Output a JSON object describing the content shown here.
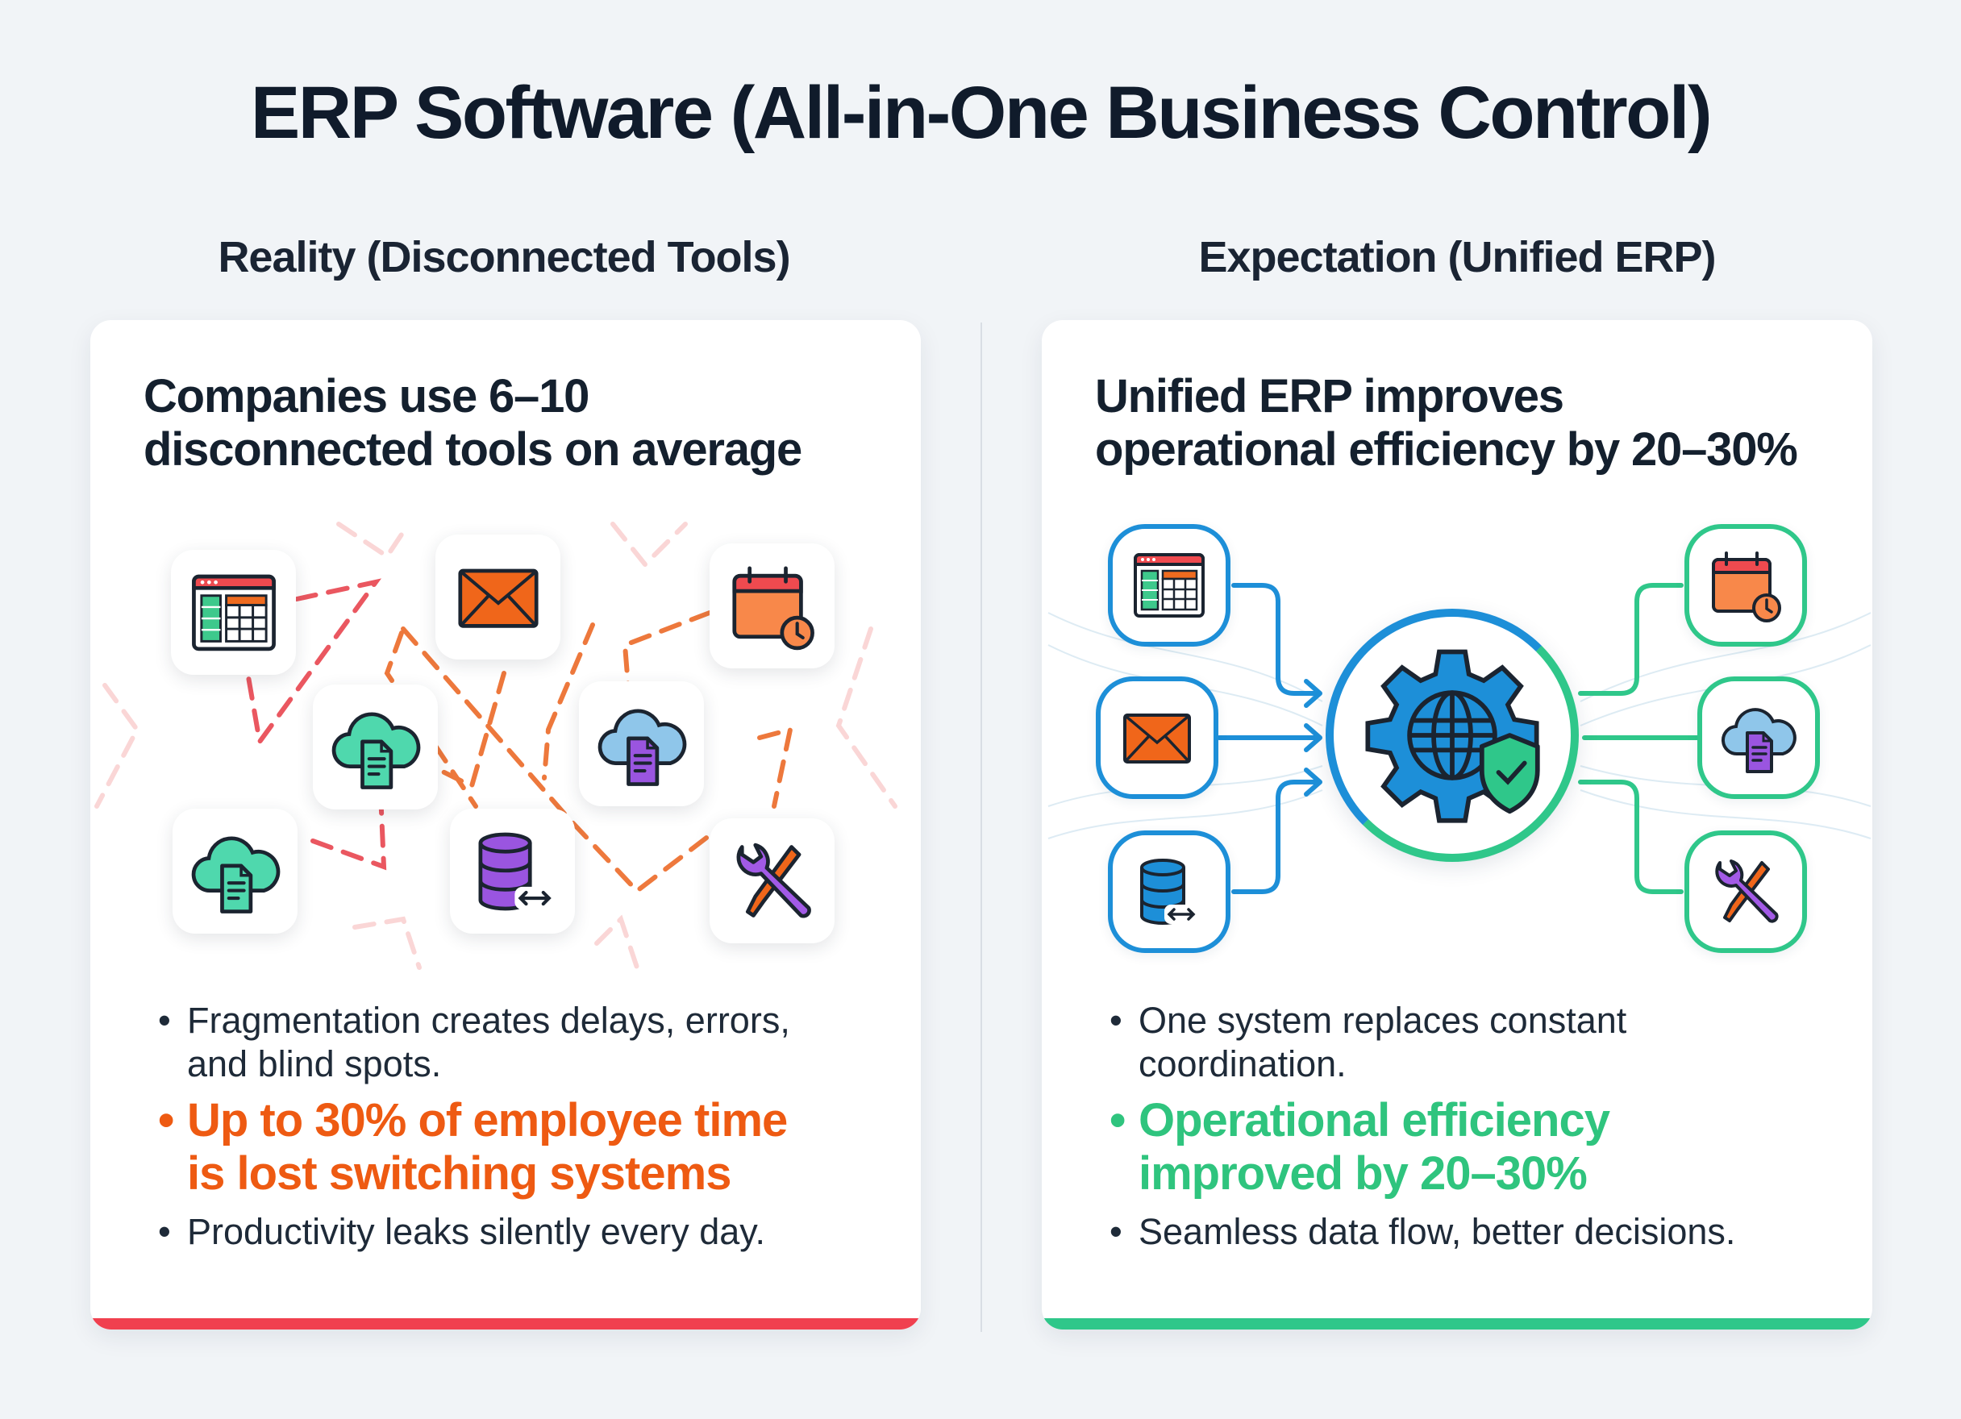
{
  "title": "ERP Software (All-in-One Business Control)",
  "left": {
    "subtitle": "Reality (Disconnected Tools)",
    "heading_line1": "Companies use 6–10",
    "heading_line2": "disconnected tools on average",
    "bullets": [
      {
        "text": "Fragmentation creates delays, errors, and blind spots.",
        "highlight": false
      },
      {
        "text": "Up to 30% of employee time is lost switching systems",
        "highlight": true
      },
      {
        "text": "Productivity leaks silently every day.",
        "highlight": false
      }
    ],
    "icons": [
      "spreadsheet-icon",
      "mail-icon",
      "calendar-icon",
      "cloud-document-icon",
      "cloud-document-icon",
      "cloud-document-icon",
      "database-sync-icon",
      "tools-icon"
    ],
    "accent": "#f0404f"
  },
  "right": {
    "subtitle": "Expectation (Unified ERP)",
    "heading_line1": "Unified ERP improves",
    "heading_line2": "operational efficiency by 20–30%",
    "bullets": [
      {
        "text": "One system replaces constant coordination.",
        "highlight": false
      },
      {
        "text": "Operational efficiency improved by 20–30%",
        "highlight": true
      },
      {
        "text": "Seamless data flow, better decisions.",
        "highlight": false
      }
    ],
    "hub_icon": "gear-globe-shield-icon",
    "accent": "#2fc78a"
  },
  "bullet_char": "•",
  "colors": {
    "orange_highlight": "#ee5a12",
    "green_highlight": "#2fc47e",
    "blue_link": "#1d8fd8"
  }
}
